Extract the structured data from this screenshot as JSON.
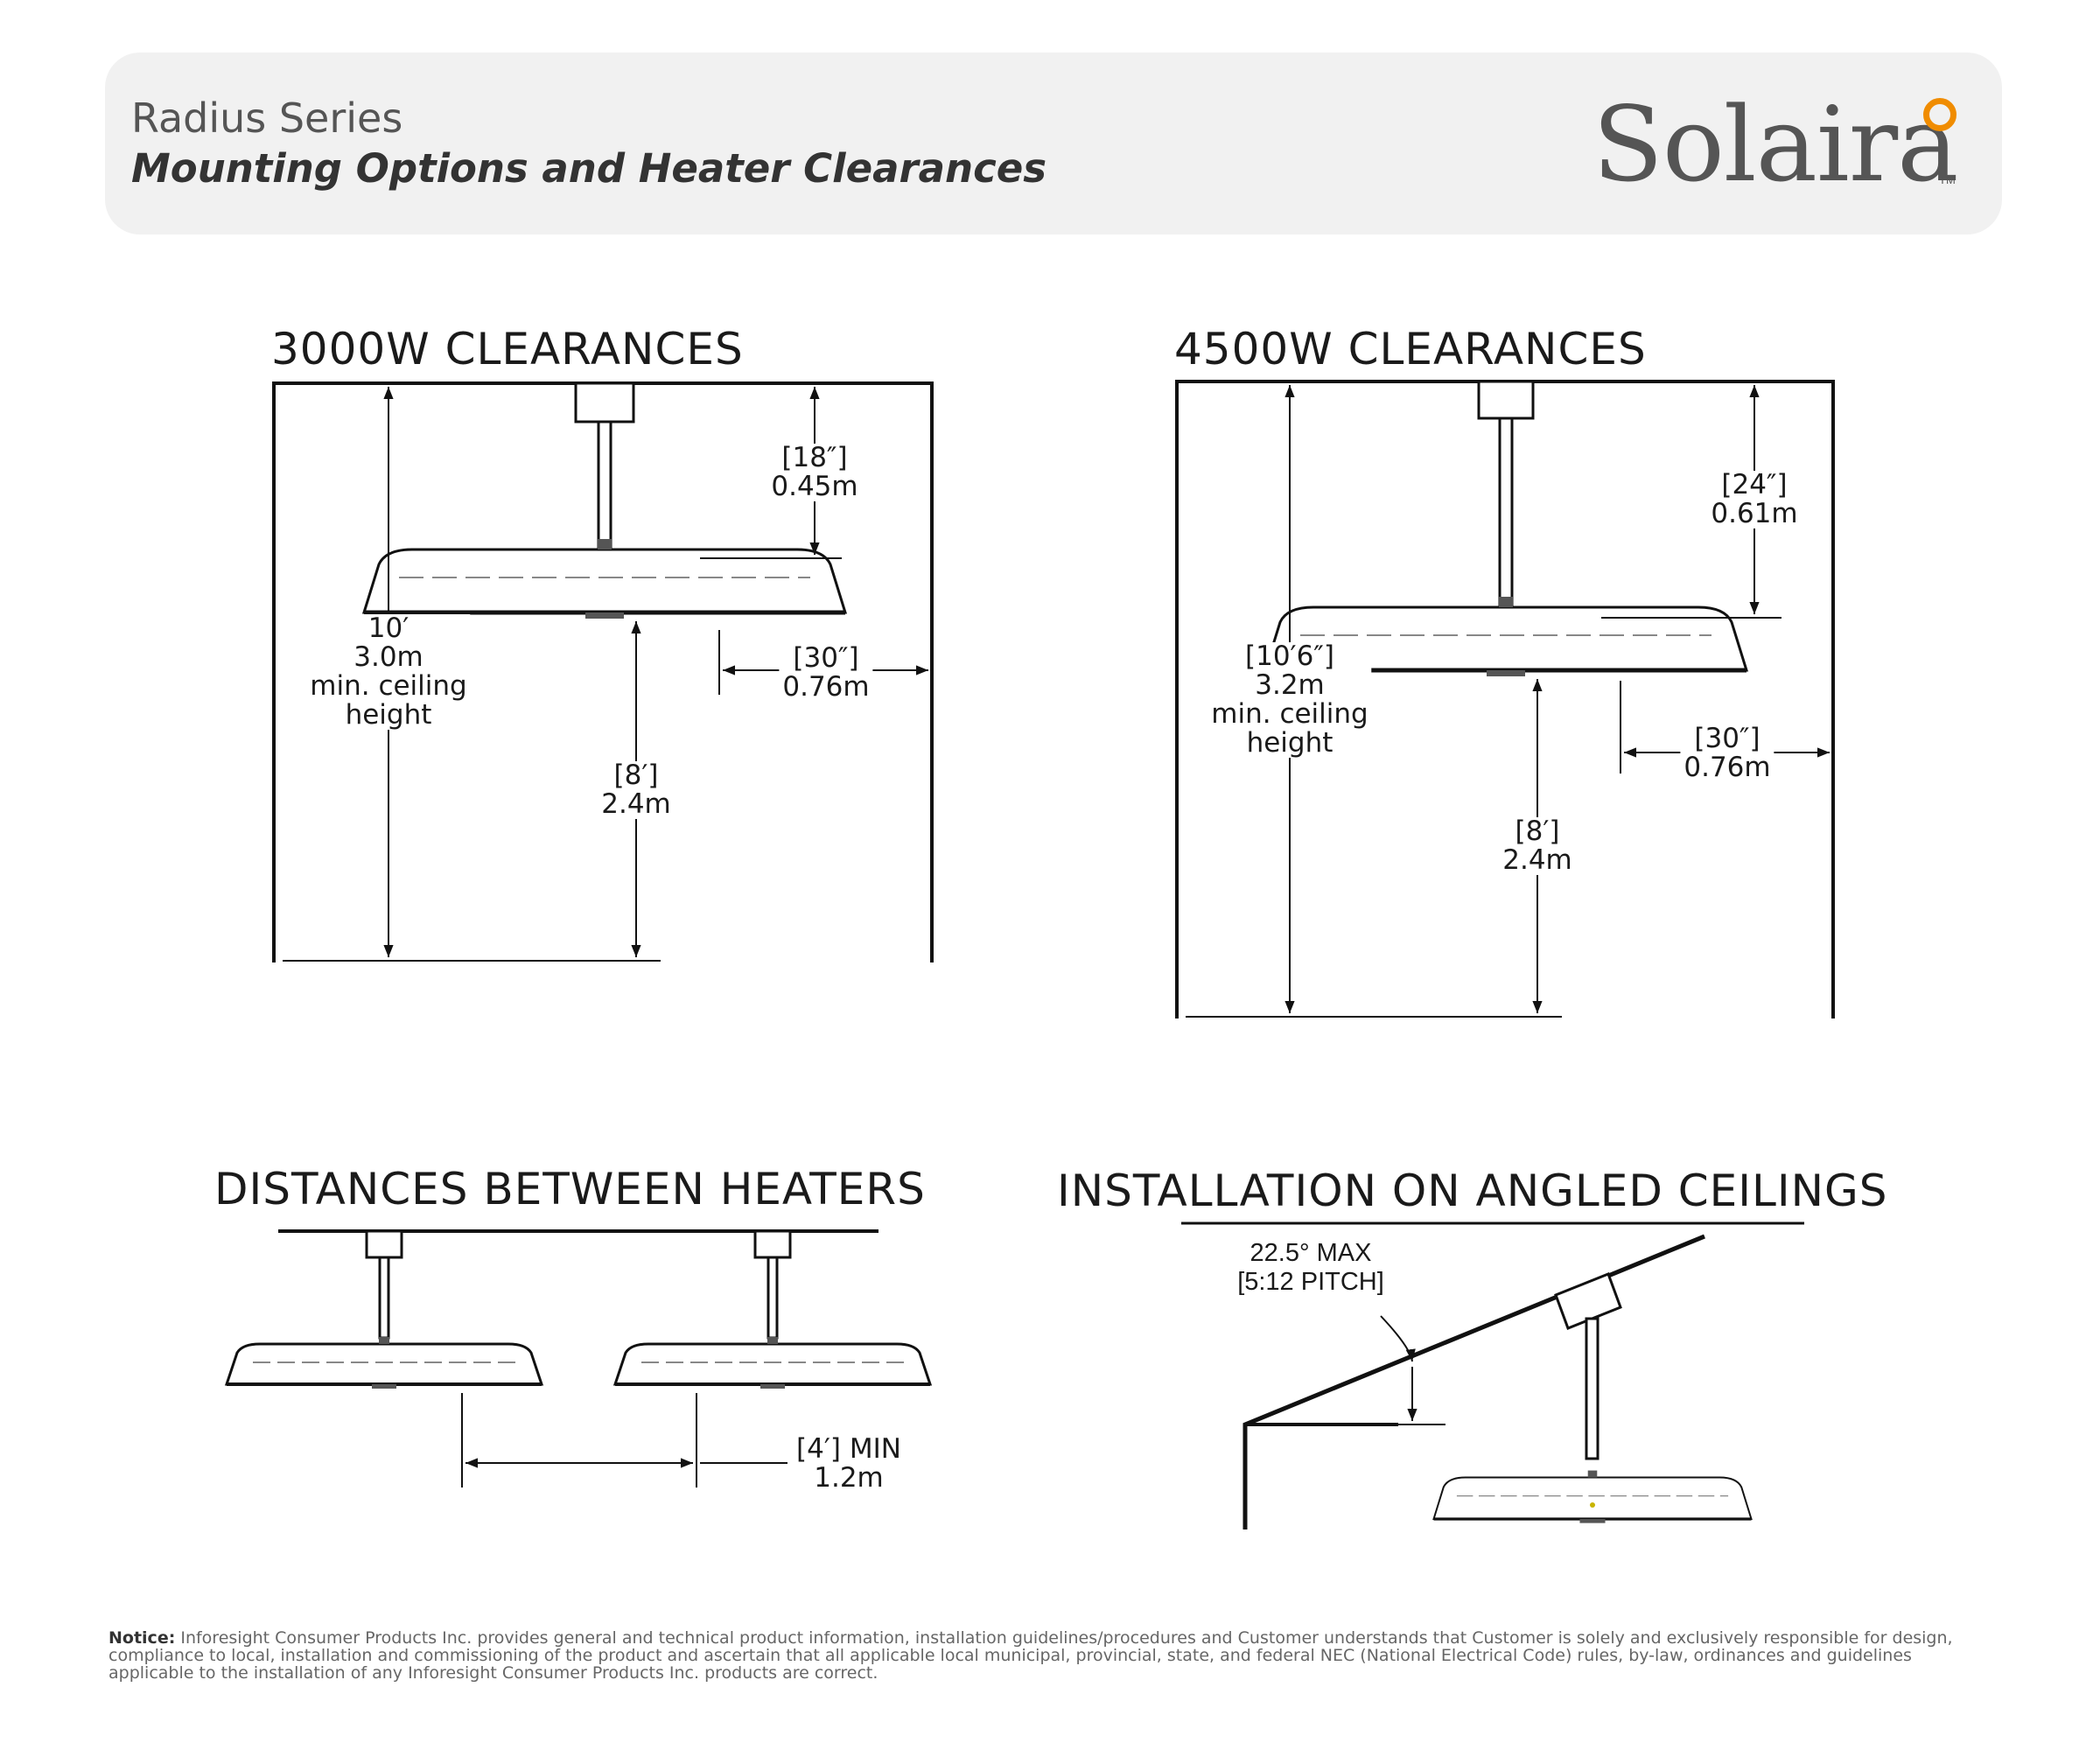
{
  "header": {
    "series": "Radius Series",
    "subtitle": "Mounting Options and Heater Clearances",
    "logo_text": "Solaira",
    "logo_tm": "TM",
    "accent_color": "#f08c00"
  },
  "sections": {
    "s3000": {
      "title": "3000W CLEARANCES",
      "ceiling_height": "10′\n3.0m\nmin. ceiling\nheight",
      "top_clearance": "[18″]\n0.45m",
      "side_clearance": "[30″]\n0.76m",
      "floor_clearance": "[8′]\n2.4m"
    },
    "s4500": {
      "title": "4500W CLEARANCES",
      "ceiling_height": "[10′6″]\n3.2m\nmin. ceiling\nheight",
      "top_clearance": "[24″]\n0.61m",
      "side_clearance": "[30″]\n0.76m",
      "floor_clearance": "[8′]\n2.4m"
    },
    "between": {
      "title": "DISTANCES BETWEEN HEATERS",
      "distance": "[4′] MIN\n1.2m"
    },
    "angled": {
      "title": "INSTALLATION ON ANGLED CEILINGS",
      "angle": "22.5° MAX\n[5:12 PITCH]"
    }
  },
  "notice": {
    "label": "Notice:",
    "text": "Inforesight Consumer Products Inc. provides general and technical product information, installation guidelines/procedures and Customer understands that Customer is solely and exclusively responsible for design, compliance to local, installation and commissioning of the product and ascertain that all applicable local municipal, provincial, state, and federal NEC (National Electrical Code) rules, by-law, ordinances and guidelines applicable to the installation of any Inforesight Consumer Products Inc. products are correct."
  }
}
